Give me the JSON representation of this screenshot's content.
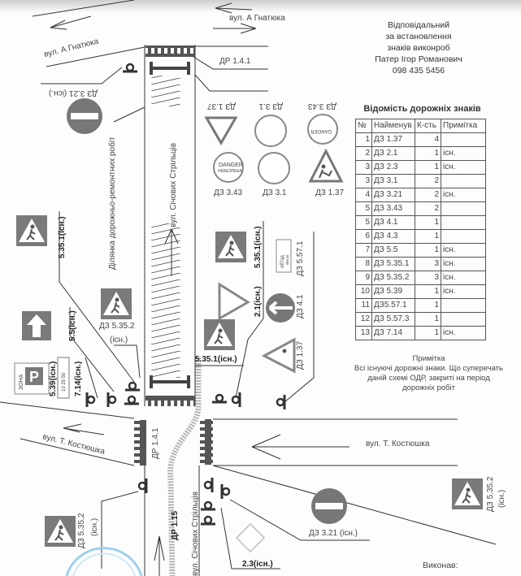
{
  "streets": {
    "gnatyuka_left": "вул. А Гнатюка",
    "gnatyuka_right": "вул. А Гнатюка",
    "sichovykh_top": "вул. Січових Стрільців",
    "sichovykh_bottom": "вул. Січових Стрільців",
    "kostyushka_left": "вул. Т. Костюшка",
    "kostyushka_right": "вул. Т. Костюшка"
  },
  "work_zone_label": "Ділянка дорожньо-ремонтних робіт",
  "markings": {
    "dr_top": "ДР 1.4.1",
    "dr_bottom": "ДР 1.4.1",
    "dr_115": "ДР 1.15"
  },
  "sign_labels": {
    "s321_top": "ДЗ 3.21 (існ.)",
    "top_row1": [
      "ДЗ 1.37",
      "ДЗ 3.1",
      "ДЗ 3.43"
    ],
    "top_row2": [
      "ДЗ 3.43",
      "ДЗ 3.1",
      "ДЗ 1.37"
    ],
    "left_5351": "5.35.1(існ.)",
    "left_55": "5.5(існ.)",
    "left_539": "5.39(існ.)",
    "left_714": "7.14(існ.)",
    "zone": "ЗОНА",
    "parking": "P",
    "zone_times": "10 25 50",
    "mid_5352": "ДЗ 5.35.2",
    "mid_5352_note": "(існ.)",
    "right_5351": "5.35.1(існ.)",
    "right_21": "2.1(існ.)",
    "right_5571": "ДЗ 5.57.1",
    "detour_text": "об'їзд",
    "detour_text_en": "detour",
    "right_41": "ДЗ 4.1",
    "right_137": "ДЗ 1.37",
    "center_5351": "5.35.1(існ.)",
    "danger": "DANGER",
    "danger_ua": "НЕБЕЗПЕКА",
    "bl_5352": "ДЗ 5.35.2",
    "bl_5352_note": "(існ.)",
    "br_5352": "ДЗ 5.35.2",
    "br_5352_note": "(існ.)",
    "s321_bottom": "ДЗ 3.21 (існ.)",
    "s23": "2.3(існ.)"
  },
  "responsible": {
    "line1": "Відповідальний",
    "line2": "за встановлення",
    "line3": "знаків виконроб",
    "name": "Патер Ігор Романович",
    "phone": "098 435 5456"
  },
  "table": {
    "title": "Відомість дорожніх знаків",
    "headers": [
      "№",
      "Найменув",
      "К-сть",
      "Примітка"
    ],
    "rows": [
      [
        "1",
        "ДЗ 1.37",
        "4",
        ""
      ],
      [
        "2",
        "ДЗ 2.1",
        "1",
        "існ."
      ],
      [
        "3",
        "ДЗ 2.3",
        "1",
        "існ."
      ],
      [
        "3",
        "ДЗ 3.1",
        "2",
        ""
      ],
      [
        "4",
        "ДЗ 3.21",
        "2",
        "існ."
      ],
      [
        "5",
        "ДЗ 3.43",
        "2",
        ""
      ],
      [
        "5",
        "ДЗ 4.1",
        "1",
        ""
      ],
      [
        "6",
        "ДЗ 4.3",
        "1",
        ""
      ],
      [
        "7",
        "ДЗ 5.5",
        "1",
        "існ."
      ],
      [
        "8",
        "ДЗ 5.35.1",
        "3",
        "існ."
      ],
      [
        "9",
        "ДЗ 5.35.2",
        "3",
        "існ."
      ],
      [
        "10",
        "ДЗ 5.39",
        "1",
        "існ."
      ],
      [
        "11",
        "ДЗ5.57.1",
        "1",
        ""
      ],
      [
        "12",
        "ДЗ 5.57.3",
        "1",
        ""
      ],
      [
        "13",
        "ДЗ 7.14",
        "1",
        "існ."
      ]
    ]
  },
  "note": {
    "title": "Примітка",
    "text": "Всі існуючі дорожні знаки. Що суперечать даній схемі ОДР, закриті на період дорожніх робіт"
  },
  "performed_by": "Виконав:",
  "colors": {
    "sign_gray": "#7a7a7a",
    "detour": "#b5b5b5",
    "stamp": "#9fd0ee"
  }
}
